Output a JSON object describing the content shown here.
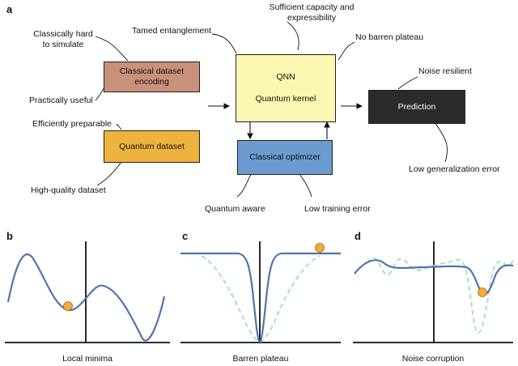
{
  "panel_a": {
    "letter": "a",
    "boxes": {
      "classical_encoding": "Classical dataset encoding",
      "quantum_dataset": "Quantum dataset",
      "qnn_line1": "QNN",
      "qnn_line2": "Quantum kernel",
      "optimizer": "Classical optimizer",
      "prediction": "Prediction"
    },
    "annotations": {
      "classically_hard": "Classically hard to simulate",
      "tamed_entanglement": "Tamed entanglement",
      "sufficient_capacity": "Sufficient capacity and expressibility",
      "no_barren_plateau": "No barren plateau",
      "noise_resilient": "Noise resilient",
      "practically_useful": "Practically useful",
      "efficiently_preparable": "Efficiently preparable",
      "high_quality_dataset": "High-quality dataset",
      "quantum_aware": "Quantum aware",
      "low_training_error": "Low training error",
      "low_generalization_error": "Low generalization error"
    },
    "colors": {
      "classical_encoding": "#c9907a",
      "quantum_dataset": "#eeb23f",
      "qnn": "#fbf7b2",
      "optimizer": "#6b9bd1",
      "prediction": "#2b2b2b"
    }
  },
  "panel_b": {
    "letter": "b",
    "caption": "Local minima"
  },
  "panel_c": {
    "letter": "c",
    "caption": "Barren plateau"
  },
  "panel_d": {
    "letter": "d",
    "caption": "Noise corruption"
  },
  "colors": {
    "curve": "#4f74ad",
    "dashed": "#a6e0cf",
    "ball": "#f2ad3c",
    "axis": "#111111"
  }
}
